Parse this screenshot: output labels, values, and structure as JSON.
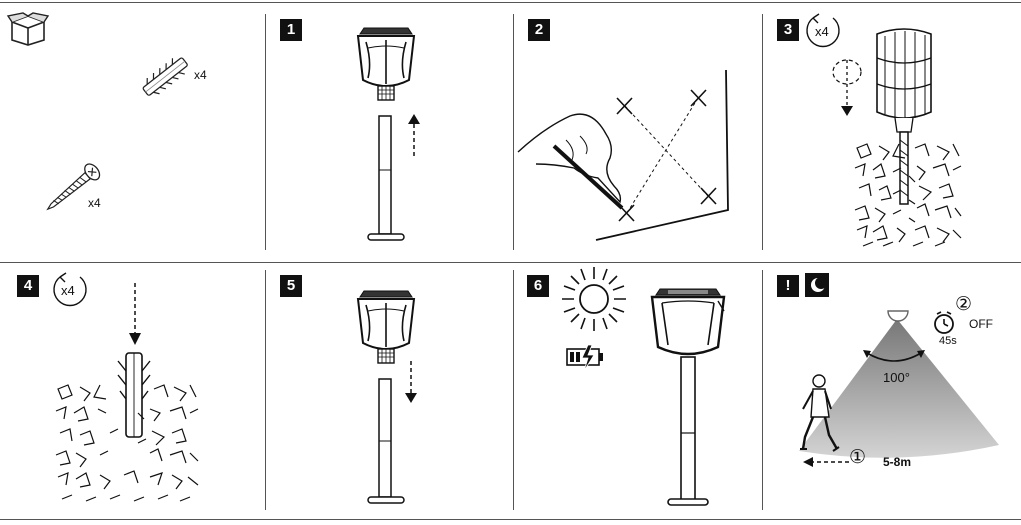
{
  "steps": {
    "s1": "1",
    "s2": "2",
    "s3": "3",
    "s4": "4",
    "s5": "5",
    "s6": "6",
    "warn": "!"
  },
  "box_panel": {
    "anchor_qty": "x4",
    "screw_qty": "x4"
  },
  "drill_panel": {
    "repeat": "x4"
  },
  "insert_panel": {
    "repeat": "x4"
  },
  "motion_panel": {
    "angle": "100°",
    "timer_step": "②",
    "off_label": "OFF",
    "duration": "45s",
    "walk_step": "①",
    "range": "5-8m"
  },
  "icons": [
    "package-box-icon",
    "wall-anchor-icon",
    "screw-icon",
    "rotate-arrow-icon",
    "drill-icon",
    "sun-icon",
    "battery-charge-icon",
    "moon-icon",
    "clock-icon",
    "pir-sensor-icon",
    "person-icon"
  ]
}
